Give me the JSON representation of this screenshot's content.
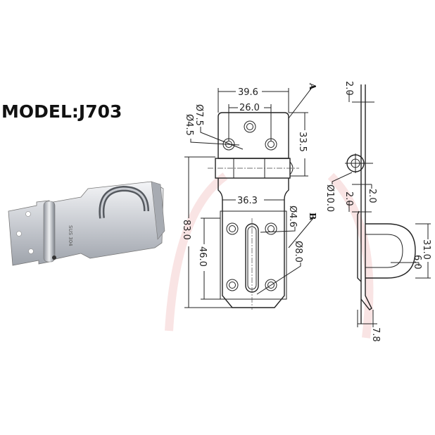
{
  "model_title": "MODEL:J703",
  "product_stamp": "SUS 304",
  "front_view": {
    "width_overall": "39.6",
    "hole_spacing_top": "26.0",
    "hole_outer_dia": "Ø7.5",
    "hole_inner_dia": "Ø4.5",
    "top_plate_height": "33.5",
    "overall_length": "83.0",
    "bottom_width": "36.3",
    "bottom_hole_spacing": "46.0",
    "bottom_hole_inner_dia": "Ø4.6",
    "bottom_hole_outer_dia": "Ø8.0",
    "callout_a": "A",
    "callout_b": "B"
  },
  "side_view": {
    "thickness_top": "2.0",
    "barrel_dia": "Ø10.0",
    "barrel_offset": "2.0",
    "plate_thickness": "2.0",
    "staple_length": "31.0",
    "staple_wire_dia": "6.0",
    "end_offset": "7.8"
  },
  "colors": {
    "line": "#222222",
    "watermark": "#f6dada"
  }
}
